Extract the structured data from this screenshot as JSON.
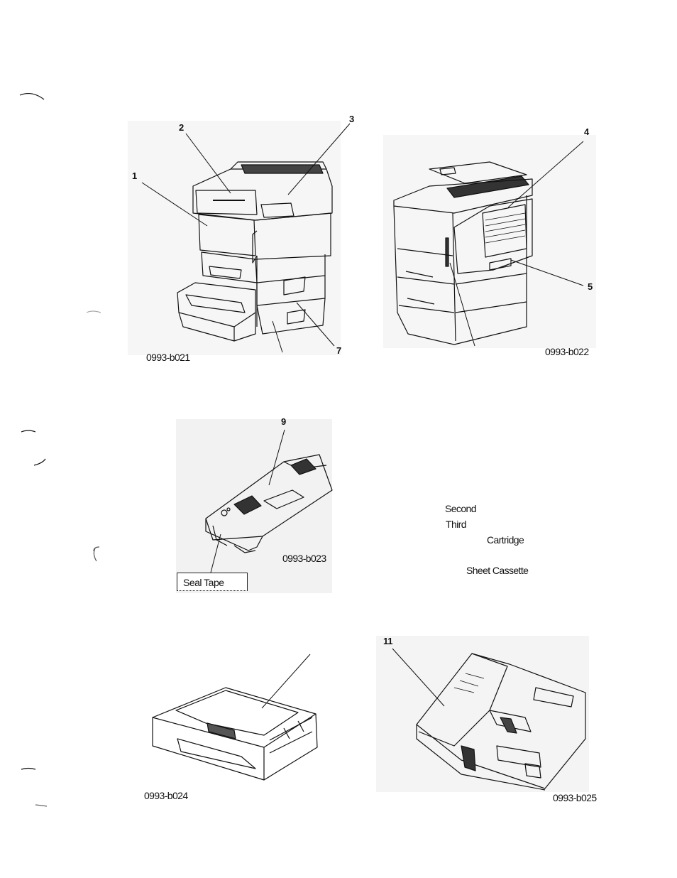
{
  "figures": [
    {
      "code": "0993-b021",
      "callouts": [
        "1",
        "2",
        "3",
        "7"
      ]
    },
    {
      "code": "0993-b022",
      "callouts": [
        "4",
        "5"
      ]
    },
    {
      "code": "0993-b023",
      "callouts": [
        "9"
      ],
      "tag": "Seal Tape"
    },
    {
      "code": "0993-b024",
      "callouts": []
    },
    {
      "code": "0993-b025",
      "callouts": [
        "11"
      ]
    }
  ],
  "side_text": [
    "Second",
    "Third",
    "Cartridge",
    "Sheet Cassette"
  ]
}
